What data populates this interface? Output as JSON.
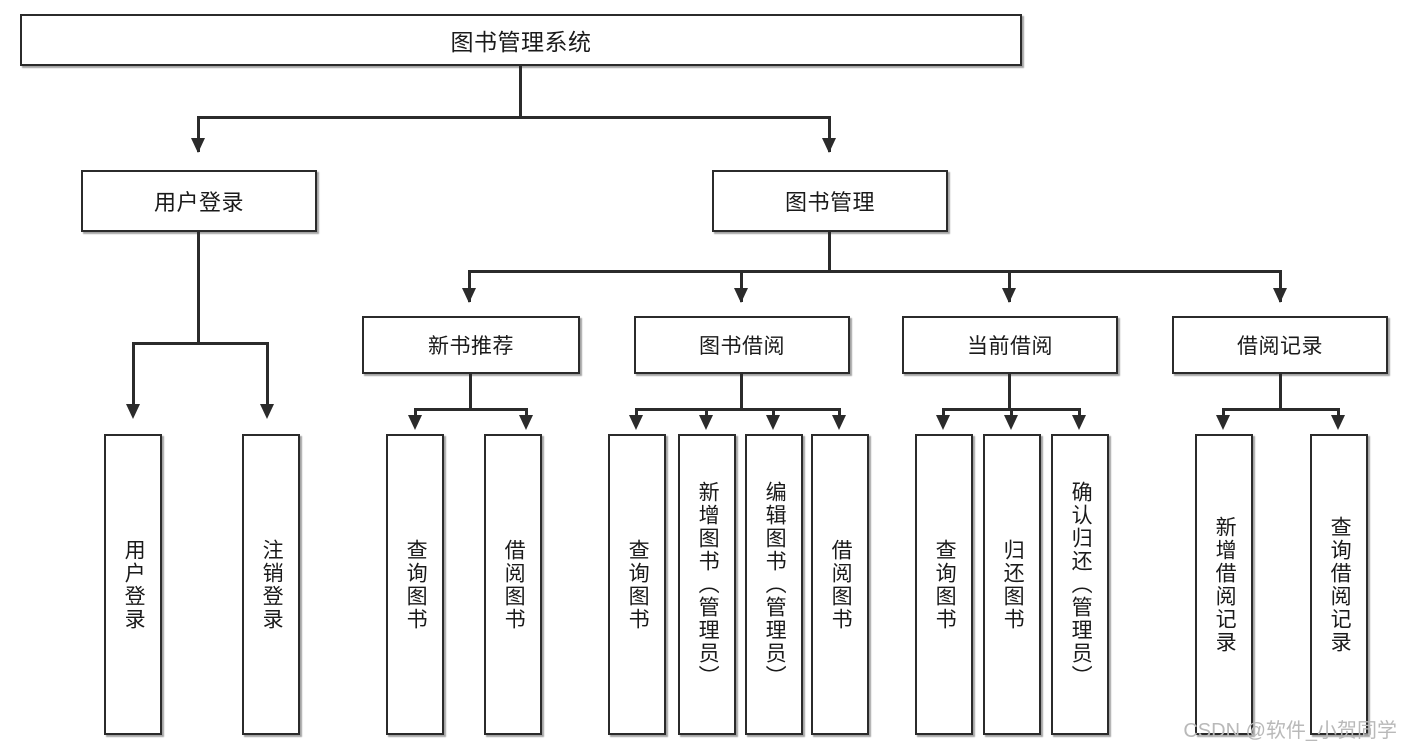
{
  "diagram": {
    "title": "图书管理系统",
    "type": "tree-hierarchy-flowchart",
    "root": {
      "label": "图书管理系统"
    },
    "level2": [
      {
        "label": "用户登录"
      },
      {
        "label": "图书管理"
      }
    ],
    "level3": [
      {
        "label": "新书推荐"
      },
      {
        "label": "图书借阅"
      },
      {
        "label": "当前借阅"
      },
      {
        "label": "借阅记录"
      }
    ],
    "leaves": {
      "user_login": [
        {
          "label": "用户登录"
        },
        {
          "label": "注销登录"
        }
      ],
      "new_book_recommend": [
        {
          "label": "查询图书"
        },
        {
          "label": "借阅图书"
        }
      ],
      "book_borrow": [
        {
          "label": "查询图书"
        },
        {
          "label": "新增图书（管理员）"
        },
        {
          "label": "编辑图书（管理员）"
        },
        {
          "label": "借阅图书"
        }
      ],
      "current_borrow": [
        {
          "label": "查询图书"
        },
        {
          "label": "归还图书"
        },
        {
          "label": "确认归还（管理员）"
        }
      ],
      "borrow_record": [
        {
          "label": "新增借阅记录"
        },
        {
          "label": "查询借阅记录"
        }
      ]
    }
  },
  "watermark": {
    "text": "CSDN @软件_小贺同学"
  },
  "colors": {
    "stroke": "#2b2b2b",
    "fill": "#ffffff",
    "text": "#1a1a1a",
    "watermark": "#b9b9b9"
  }
}
